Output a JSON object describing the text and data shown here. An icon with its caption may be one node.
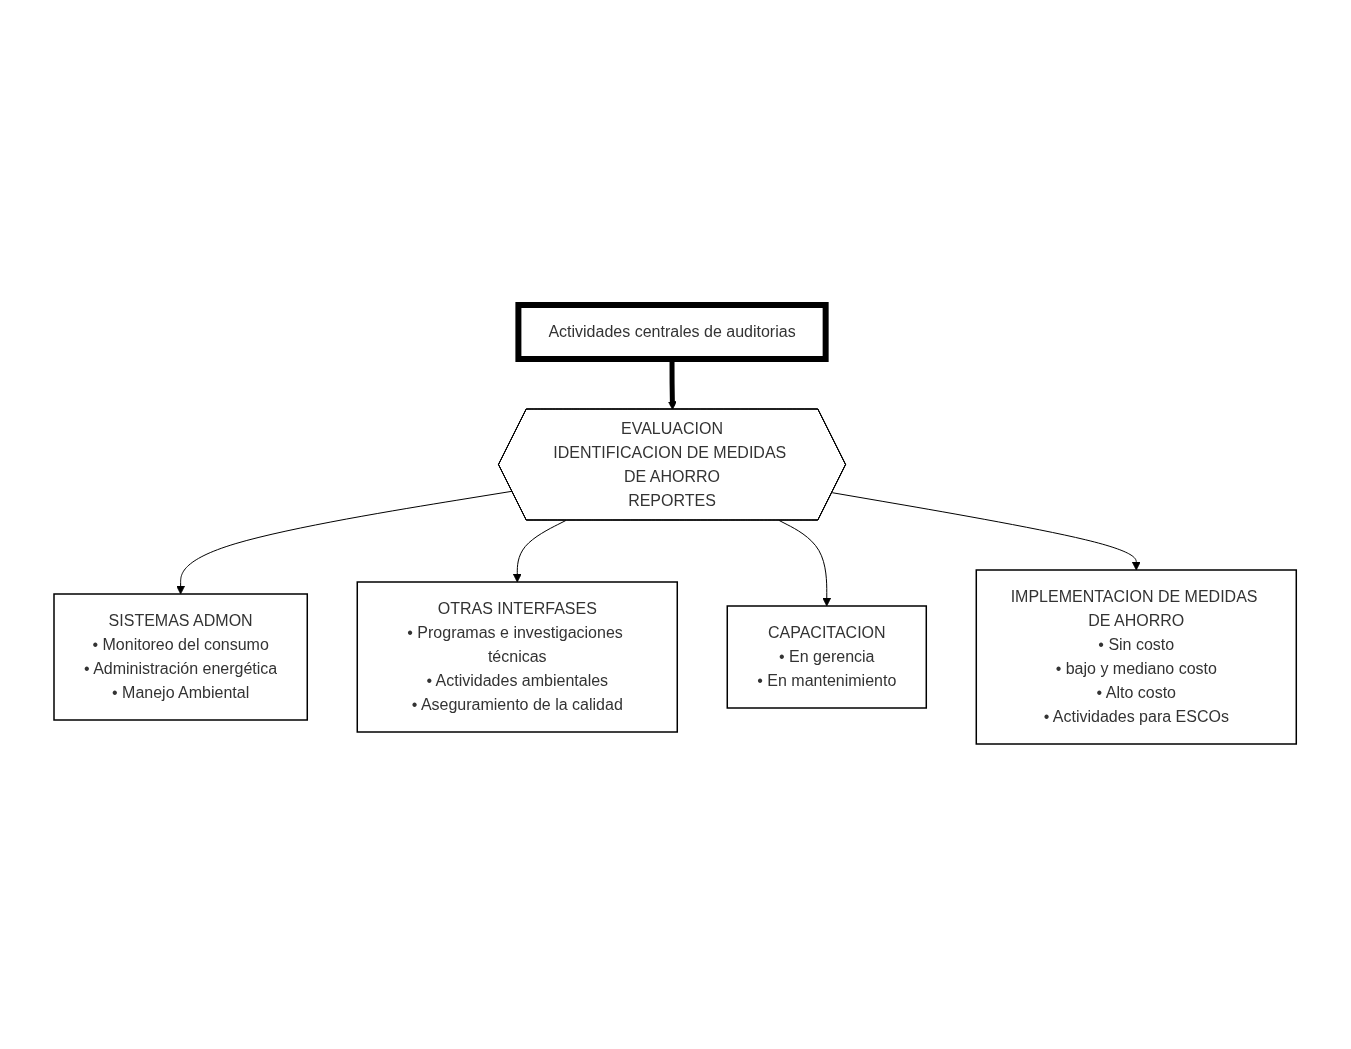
{
  "diagram": {
    "nodes": [
      {
        "text": [
          "Actividades centrales de auditorias"
        ]
      },
      {
        "text": [
          "SISTEMAS ADMON",
          "• Monitoreo del consumo",
          "• Administración energética",
          "• Manejo Ambiental"
        ]
      },
      {
        "text": [
          "EVALUACION",
          "IDENTIFICACION DE MEDIDAS DE AHORRO",
          "REPORTES"
        ]
      },
      {
        "text": [
          "OTRAS INTERFASES",
          "• Programas e investigaciones técnicas",
          "• Actividades ambientales",
          "• Aseguramiento de la calidad"
        ]
      },
      {
        "text": [
          "CAPACITACION",
          "• En gerencia",
          "• En mantenimiento"
        ]
      },
      {
        "text": [
          "IMPLEMENTACION DE MEDIDAS DE AHORRO",
          "• Sin costo",
          "• bajo y mediano costo",
          "• Alto costo",
          "• Actividades para ESCOs"
        ]
      }
    ],
    "edges": [
      {
        "from": 0,
        "to": 2,
        "arrow": "to",
        "style": "thick"
      },
      {
        "from": 2,
        "to": 1,
        "arrow": "to"
      },
      {
        "from": 2,
        "to": 3,
        "arrow": "to"
      },
      {
        "from": 2,
        "to": 4,
        "arrow": "to"
      },
      {
        "from": 2,
        "to": 5,
        "arrow": "to"
      }
    ]
  }
}
